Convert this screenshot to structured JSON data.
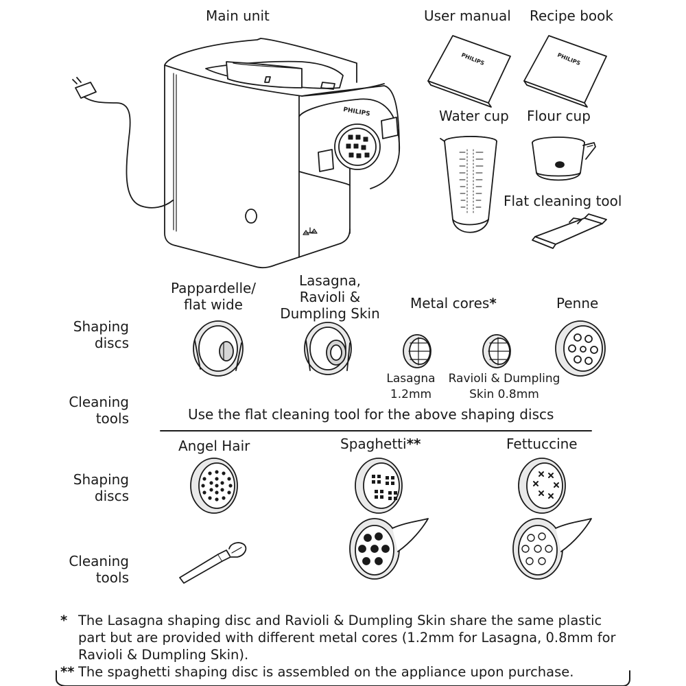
{
  "top": {
    "main_unit": "Main unit",
    "user_manual": "User manual",
    "recipe_book": "Recipe book",
    "water_cup": "Water cup",
    "flour_cup": "Flour cup",
    "flat_cleaning_tool": "Flat cleaning tool",
    "brand_text": "PHILIPS"
  },
  "section1": {
    "shaping_line1": "Shaping",
    "shaping_line2": "discs",
    "cleaning_line1": "Cleaning",
    "cleaning_line2": "tools",
    "pappardelle_line1": "Pappardelle/",
    "pappardelle_line2": "flat wide",
    "lasagna_line1": "Lasagna,",
    "lasagna_line2": "Ravioli &",
    "lasagna_line3": "Dumpling Skin",
    "metal_cores": "Metal cores",
    "metal_cores_mark": "*",
    "penne": "Penne",
    "core1_line1": "Lasagna",
    "core1_line2": "1.2mm",
    "core2_line1": "Ravioli & Dumpling",
    "core2_line2": "Skin 0.8mm",
    "cleaning_note": "Use the flat cleaning tool for the above shaping discs"
  },
  "section2": {
    "shaping_line1": "Shaping",
    "shaping_line2": "discs",
    "cleaning_line1": "Cleaning",
    "cleaning_line2": "tools",
    "angel_hair": "Angel Hair",
    "spaghetti": "Spaghetti",
    "spaghetti_mark": "**",
    "fettuccine": "Fettuccine"
  },
  "footnotes": {
    "note1_mark": "*",
    "note1_line1": "The Lasagna shaping disc and Ravioli & Dumpling Skin share the same plastic",
    "note1_line2": "part but are provided with different metal cores (1.2mm for Lasagna, 0.8mm for",
    "note1_line3": "Ravioli & Dumpling Skin).",
    "note2_mark": "**",
    "note2_line1": "The spaghetti shaping disc is assembled on the appliance upon purchase."
  },
  "colors": {
    "line": "#1a1a1a",
    "disc_fill": "#e9e9e9",
    "shadow_fill": "#d6d6d6"
  }
}
